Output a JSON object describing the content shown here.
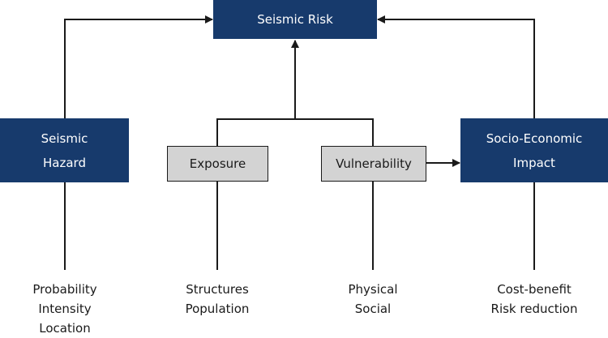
{
  "nodes": {
    "seismic_risk": "Seismic Risk",
    "seismic_hazard": [
      "Seismic",
      "Hazard"
    ],
    "exposure": "Exposure",
    "vulnerability": "Vulnerability",
    "socio_economic_impact": [
      "Socio-Economic",
      "Impact"
    ]
  },
  "captions": {
    "hazard": [
      "Probability",
      "Intensity",
      "Location"
    ],
    "exposure": [
      "Structures",
      "Population"
    ],
    "vulnerability": [
      "Physical",
      "Social"
    ],
    "impact": [
      "Cost-benefit",
      "Risk reduction"
    ]
  },
  "colors": {
    "dark_box": "#173a6c",
    "light_box": "#d3d3d3",
    "line": "#1a1a1a"
  }
}
